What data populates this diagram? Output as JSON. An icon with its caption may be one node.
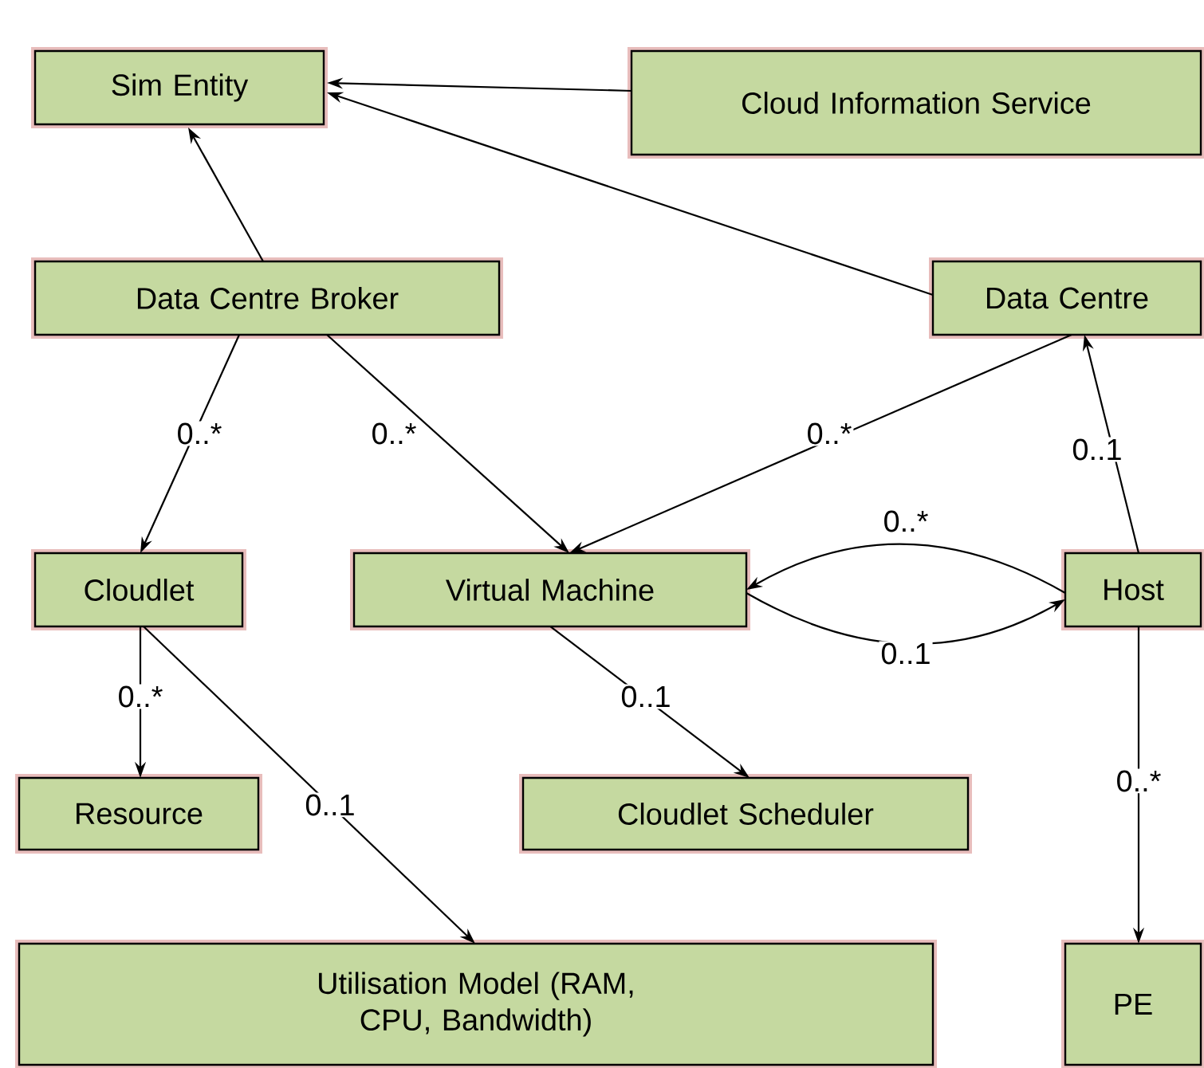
{
  "diagram": {
    "nodes": [
      {
        "text": [
          "Sim Entity"
        ]
      },
      {
        "text": [
          "Cloud Information Service"
        ]
      },
      {
        "text": [
          "Data Centre Broker"
        ]
      },
      {
        "text": [
          "Data Centre"
        ]
      },
      {
        "text": [
          "Cloudlet"
        ]
      },
      {
        "text": [
          "Virtual Machine"
        ]
      },
      {
        "text": [
          "Host"
        ]
      },
      {
        "text": [
          "Resource"
        ]
      },
      {
        "text": [
          "Cloudlet Scheduler"
        ]
      },
      {
        "text": [
          "Utilisation Model (RAM, CPU, Bandwidth)"
        ]
      },
      {
        "text": [
          "PE"
        ]
      }
    ],
    "edges": [
      {
        "from": 1,
        "to": 0,
        "arrow": "to"
      },
      {
        "from": 3,
        "to": 0,
        "arrow": "to"
      },
      {
        "from": 2,
        "to": 0,
        "arrow": "to"
      },
      {
        "from": 2,
        "to": 4,
        "arrow": "to",
        "label": "0..*"
      },
      {
        "from": 2,
        "to": 5,
        "arrow": "to",
        "label": "0..*"
      },
      {
        "from": 3,
        "to": 5,
        "arrow": "to",
        "label": "0..*"
      },
      {
        "from": 6,
        "to": 3,
        "arrow": "to",
        "label": "0..1"
      },
      {
        "from": 6,
        "to": 5,
        "arrow": "to",
        "label": "0..*"
      },
      {
        "from": 5,
        "to": 6,
        "arrow": "to",
        "label": "0..1"
      },
      {
        "from": 4,
        "to": 7,
        "arrow": "to",
        "label": "0..*"
      },
      {
        "from": 4,
        "to": 9,
        "arrow": "to",
        "label": "0..1"
      },
      {
        "from": 5,
        "to": 8,
        "arrow": "to",
        "label": "0..1"
      },
      {
        "from": 6,
        "to": 10,
        "arrow": "to",
        "label": "0..*"
      }
    ]
  }
}
